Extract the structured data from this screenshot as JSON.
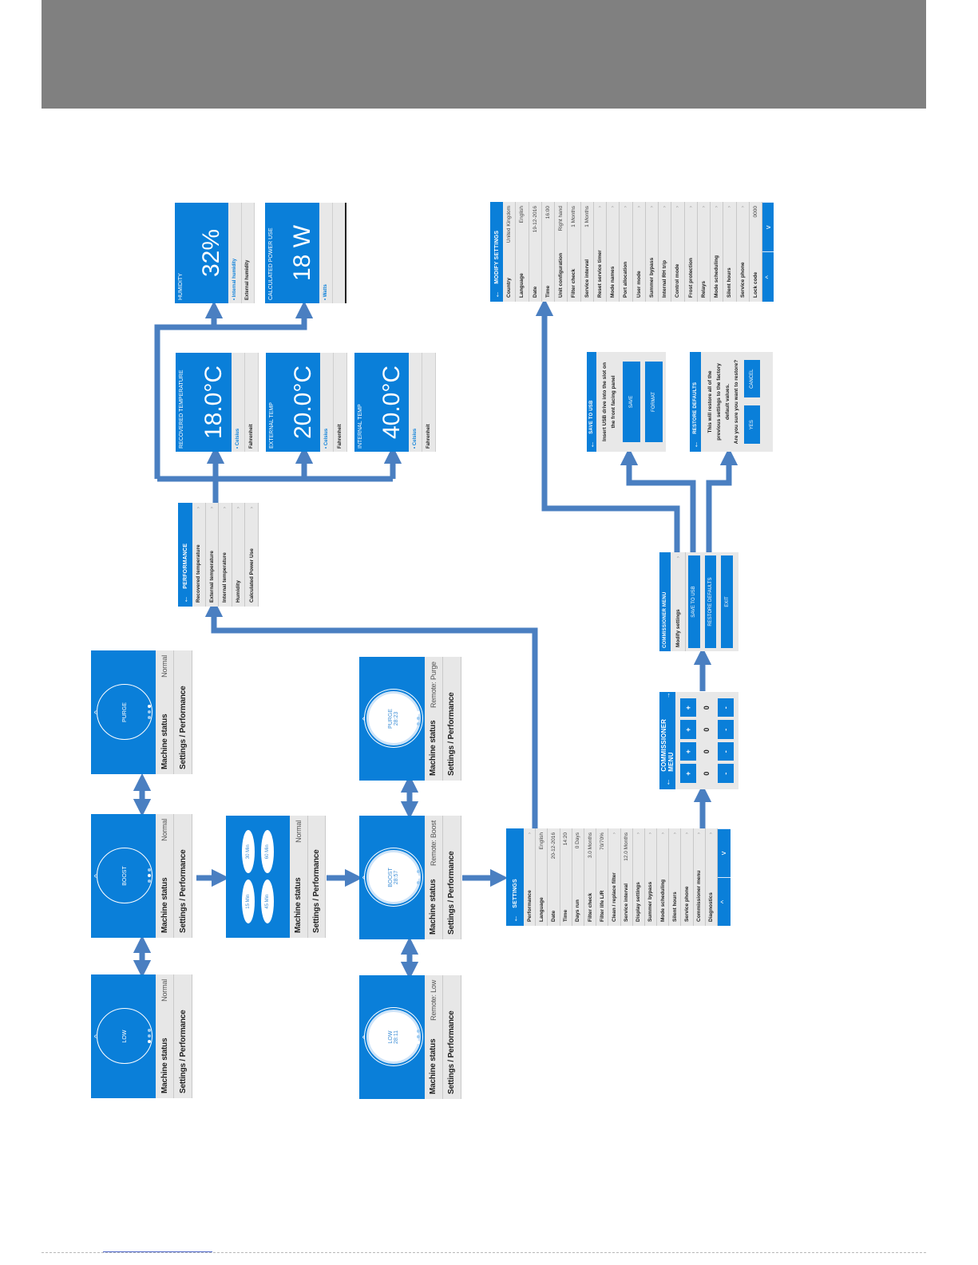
{
  "home_screens": [
    {
      "mode": "LOW",
      "row1_label": "Machine status",
      "row1_value": "Normal",
      "row2_label": "Settings / Performance"
    },
    {
      "mode": "BOOST",
      "row1_label": "Machine status",
      "row1_value": "Normal",
      "row2_label": "Settings / Performance"
    },
    {
      "mode": "PURGE",
      "row1_label": "Machine status",
      "row1_value": "Normal",
      "row2_label": "Settings / Performance"
    }
  ],
  "timer_screen": {
    "options": [
      "15 Min",
      "30 Min",
      "45 Min",
      "60 Min"
    ],
    "row1_label": "Machine status",
    "row1_value": "Normal",
    "row2_label": "Settings / Performance"
  },
  "remote_screens": [
    {
      "mode": "LOW",
      "time": "28:11",
      "row1_label": "Machine status",
      "row1_value": "Remote: Low",
      "row2_label": "Settings / Performance"
    },
    {
      "mode": "BOOST",
      "time": "28:57",
      "row1_label": "Machine status",
      "row1_value": "Remote: Boost",
      "row2_label": "Settings / Performance"
    },
    {
      "mode": "PURGE",
      "time": "28:23",
      "row1_label": "Machine status",
      "row1_value": "Remote: Purge",
      "row2_label": "Settings / Performance"
    }
  ],
  "settings_menu": {
    "title": "SETTINGS",
    "items": [
      {
        "label": "Performance",
        "value": ""
      },
      {
        "label": "Language",
        "value": "English"
      },
      {
        "label": "Date",
        "value": "20-12-2016"
      },
      {
        "label": "Time",
        "value": "14:20"
      },
      {
        "label": "Days run",
        "value": "0 Days"
      },
      {
        "label": "Filter check",
        "value": "3.0 Months"
      },
      {
        "label": "Filter life L/R",
        "value": "70/70%"
      },
      {
        "label": "Clean / replace filter",
        "value": ""
      },
      {
        "label": "Service interval",
        "value": "12.0 Months"
      },
      {
        "label": "Display settings",
        "value": ""
      },
      {
        "label": "Summer bypass",
        "value": ""
      },
      {
        "label": "Mode scheduling",
        "value": ""
      },
      {
        "label": "Silent hours",
        "value": ""
      },
      {
        "label": "Service phone",
        "value": ""
      },
      {
        "label": "Commissioner menu",
        "value": ""
      },
      {
        "label": "Diagnostics",
        "value": ""
      }
    ],
    "nav_up": "^",
    "nav_down": "v"
  },
  "performance_menu": {
    "title": "PERFORMANCE",
    "items": [
      "Recovered temperature",
      "External temperature",
      "Internal temperature",
      "Humidity",
      "Calculated Power Use"
    ]
  },
  "value_screens": [
    {
      "title": "RECOVERED TEMPERATURE",
      "value": "18.0°C",
      "options": [
        "Celsius",
        "Fahrenheit"
      ]
    },
    {
      "title": "EXTERNAL TEMP",
      "value": "20.0°C",
      "options": [
        "Celsius",
        "Fahrenheit"
      ]
    },
    {
      "title": "INTERNAL TEMP",
      "value": "40.0°C",
      "options": [
        "Celsius",
        "Fahrenheit"
      ]
    },
    {
      "title": "HUMIDITY",
      "value": "32%",
      "options": [
        "Internal humidity",
        "External humidity"
      ]
    },
    {
      "title": "CALCULATED POWER USE",
      "value": "18 W",
      "options": [
        "Watts",
        ""
      ]
    }
  ],
  "pin_screen": {
    "title": "COMMISSIONER MENU",
    "plus": "+",
    "minus": "-",
    "digits": [
      "0",
      "0",
      "0",
      "0"
    ]
  },
  "commissioner_menu": {
    "title": "COMMISSIONER MENU",
    "item": "Modify settings",
    "buttons": [
      "SAVE TO USB",
      "RESTORE DEFAULTS",
      "EXIT"
    ]
  },
  "save_usb": {
    "title": "SAVE TO USB",
    "message_1": "Insert USB drive into the slot on",
    "message_2": "the front facing panel",
    "buttons": [
      "SAVE",
      "FORMAT"
    ]
  },
  "restore_defaults": {
    "title": "RESTORE DEFAULTS",
    "message_1": "This will restore all of the",
    "message_2": "previous settings to the factory",
    "message_3": "default values.",
    "message_4": "Are you sure you want to restore?",
    "buttons": [
      "YES",
      "CANCEL"
    ]
  },
  "modify_settings": {
    "title": "MODIFY SETTINGS",
    "items": [
      {
        "label": "Country",
        "value": "United Kingdom"
      },
      {
        "label": "Language",
        "value": "English"
      },
      {
        "label": "Date",
        "value": "19-12-2016"
      },
      {
        "label": "Time",
        "value": "16:00"
      },
      {
        "label": "Unit configuration",
        "value": "Right hand"
      },
      {
        "label": "Filter check",
        "value": "1 Months"
      },
      {
        "label": "Service interval",
        "value": "1 Months"
      },
      {
        "label": "Reset service timer",
        "value": ""
      },
      {
        "label": "Mode names",
        "value": ""
      },
      {
        "label": "Port allocation",
        "value": ""
      },
      {
        "label": "User mode",
        "value": ""
      },
      {
        "label": "Summer bypass",
        "value": ""
      },
      {
        "label": "Internal RH trip",
        "value": ""
      },
      {
        "label": "Control mode",
        "value": ""
      },
      {
        "label": "Frost protection",
        "value": ""
      },
      {
        "label": "Relays",
        "value": ""
      },
      {
        "label": "Mode scheduling",
        "value": ""
      },
      {
        "label": "Silent hours",
        "value": ""
      },
      {
        "label": "Service phone",
        "value": ""
      },
      {
        "label": "Lock code",
        "value": "0000"
      }
    ],
    "nav_up": "^",
    "nav_down": "v"
  },
  "colors": {
    "screen_blue": "#0a7fd9",
    "arrow_blue": "#4a7fc1",
    "header_grey": "#808080",
    "panel_grey": "#e8e8e8"
  }
}
